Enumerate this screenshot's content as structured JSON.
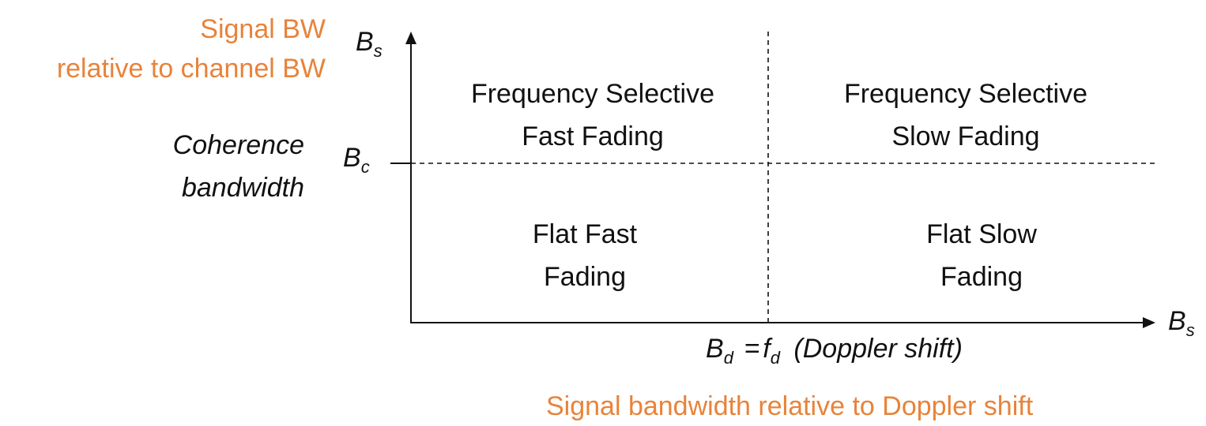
{
  "y_axis": {
    "title_line1": "Signal BW",
    "title_line2": "relative to channel BW",
    "symbol_base": "B",
    "symbol_sub": "s"
  },
  "x_axis": {
    "symbol_base": "B",
    "symbol_sub": "s",
    "title": "Signal bandwidth relative to Doppler shift"
  },
  "threshold_y": {
    "label_line1": "Coherence",
    "label_line2": "bandwidth",
    "symbol_base": "B",
    "symbol_sub": "c"
  },
  "threshold_x": {
    "symbol_base": "B",
    "symbol_sub": "d",
    "equals": "=",
    "f_base": "f",
    "f_sub": "d",
    "note": "(Doppler shift)"
  },
  "quadrants": {
    "top_left": {
      "line1": "Frequency Selective",
      "line2": "Fast Fading"
    },
    "top_right": {
      "line1": "Frequency Selective",
      "line2": "Slow Fading"
    },
    "bottom_left": {
      "line1": "Flat Fast",
      "line2": "Fading"
    },
    "bottom_right": {
      "line1": "Flat Slow",
      "line2": "Fading"
    }
  },
  "colors": {
    "accent": "#E8833A",
    "ink": "#111111"
  }
}
